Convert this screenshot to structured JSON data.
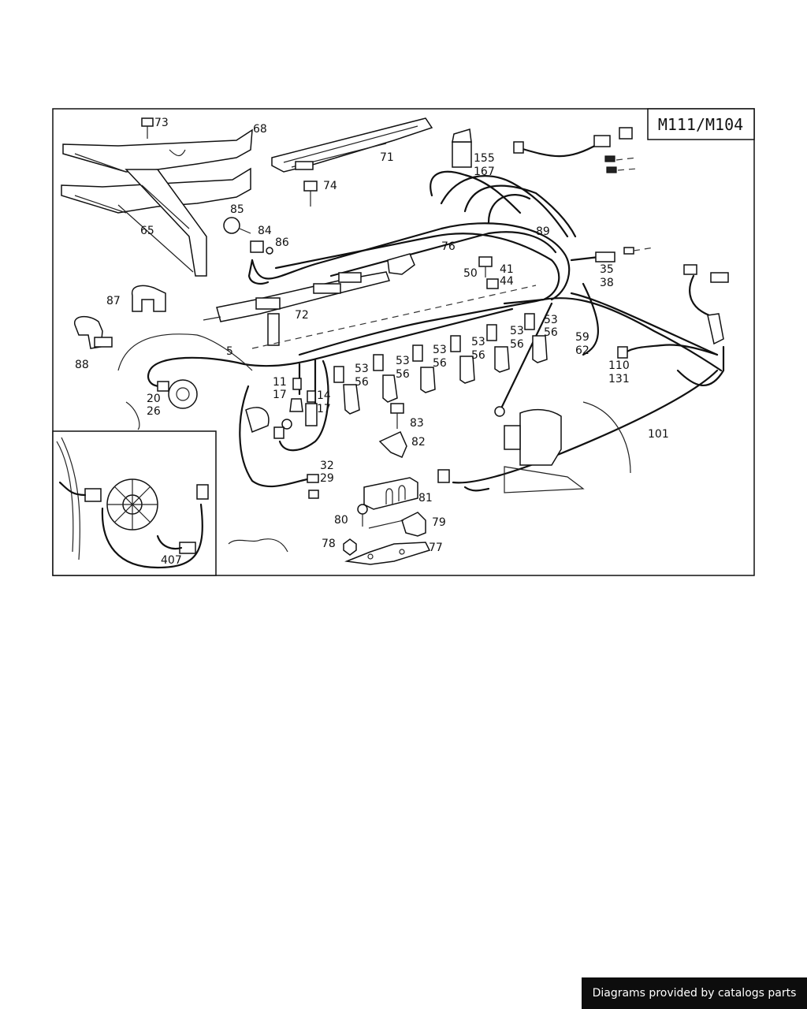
{
  "diagram": {
    "model_label": "M111/M104",
    "callouts": [
      {
        "id": "c73",
        "text": "73"
      },
      {
        "id": "c68",
        "text": "68"
      },
      {
        "id": "c71",
        "text": "71"
      },
      {
        "id": "c65",
        "text": "65"
      },
      {
        "id": "c74",
        "text": "74"
      },
      {
        "id": "c85",
        "text": "85"
      },
      {
        "id": "c84",
        "text": "84"
      },
      {
        "id": "c86",
        "text": "86"
      },
      {
        "id": "c155",
        "text": "155"
      },
      {
        "id": "c167",
        "text": "167"
      },
      {
        "id": "c89",
        "text": "89"
      },
      {
        "id": "c76",
        "text": "76"
      },
      {
        "id": "c41",
        "text": "41"
      },
      {
        "id": "c44",
        "text": "44"
      },
      {
        "id": "c50",
        "text": "50"
      },
      {
        "id": "c35",
        "text": "35"
      },
      {
        "id": "c38",
        "text": "38"
      },
      {
        "id": "c87",
        "text": "87"
      },
      {
        "id": "c72",
        "text": "72"
      },
      {
        "id": "c88",
        "text": "88"
      },
      {
        "id": "c5",
        "text": "5"
      },
      {
        "id": "c59",
        "text": "59"
      },
      {
        "id": "c62",
        "text": "62"
      },
      {
        "id": "c110",
        "text": "110"
      },
      {
        "id": "c131",
        "text": "131"
      },
      {
        "id": "c20",
        "text": "20"
      },
      {
        "id": "c26",
        "text": "26"
      },
      {
        "id": "c11",
        "text": "11"
      },
      {
        "id": "c17a",
        "text": "17"
      },
      {
        "id": "c14",
        "text": "14"
      },
      {
        "id": "c17b",
        "text": "17"
      },
      {
        "id": "c53a",
        "text": "53"
      },
      {
        "id": "c56a",
        "text": "56"
      },
      {
        "id": "c53b",
        "text": "53"
      },
      {
        "id": "c56b",
        "text": "56"
      },
      {
        "id": "c53c",
        "text": "53"
      },
      {
        "id": "c56c",
        "text": "56"
      },
      {
        "id": "c53d",
        "text": "53"
      },
      {
        "id": "c56d",
        "text": "56"
      },
      {
        "id": "c53e",
        "text": "53"
      },
      {
        "id": "c56e",
        "text": "56"
      },
      {
        "id": "c53f",
        "text": "53"
      },
      {
        "id": "c56f",
        "text": "56"
      },
      {
        "id": "c83",
        "text": "83"
      },
      {
        "id": "c82",
        "text": "82"
      },
      {
        "id": "c101",
        "text": "101"
      },
      {
        "id": "c32",
        "text": "32"
      },
      {
        "id": "c29",
        "text": "29"
      },
      {
        "id": "c81",
        "text": "81"
      },
      {
        "id": "c80",
        "text": "80"
      },
      {
        "id": "c79",
        "text": "79"
      },
      {
        "id": "c78",
        "text": "78"
      },
      {
        "id": "c77",
        "text": "77"
      },
      {
        "id": "c407",
        "text": "407"
      }
    ]
  },
  "footer": {
    "credit": "Diagrams provided by catalogs parts"
  }
}
